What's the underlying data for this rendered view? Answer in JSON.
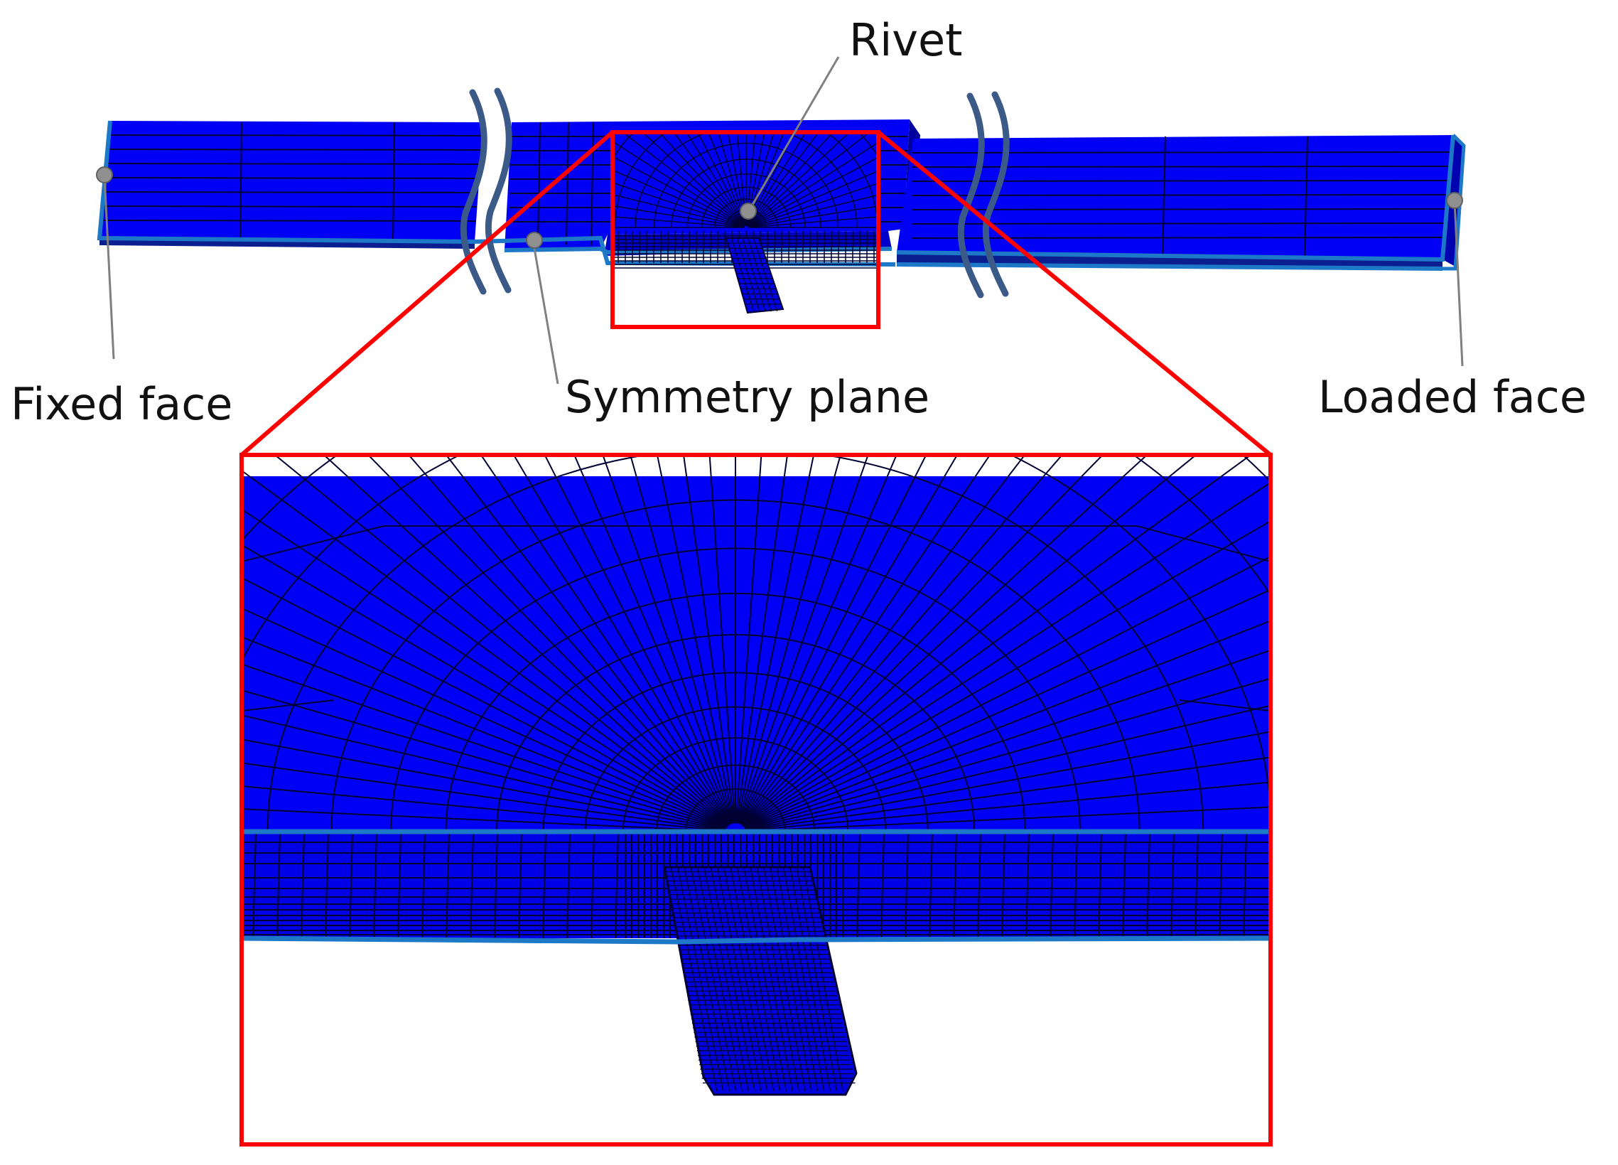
{
  "labels": {
    "rivet": "Rivet",
    "fixed_face": "Fixed face",
    "symmetry_plane": "Symmetry plane",
    "loaded_face": "Loaded face"
  },
  "colors": {
    "mesh_fill": "#0000f5",
    "mesh_line": "#000033",
    "edge": "#1e78c8",
    "highlight": "#ff0000",
    "leader": "#808080",
    "break_mark": "#3c5a88"
  }
}
